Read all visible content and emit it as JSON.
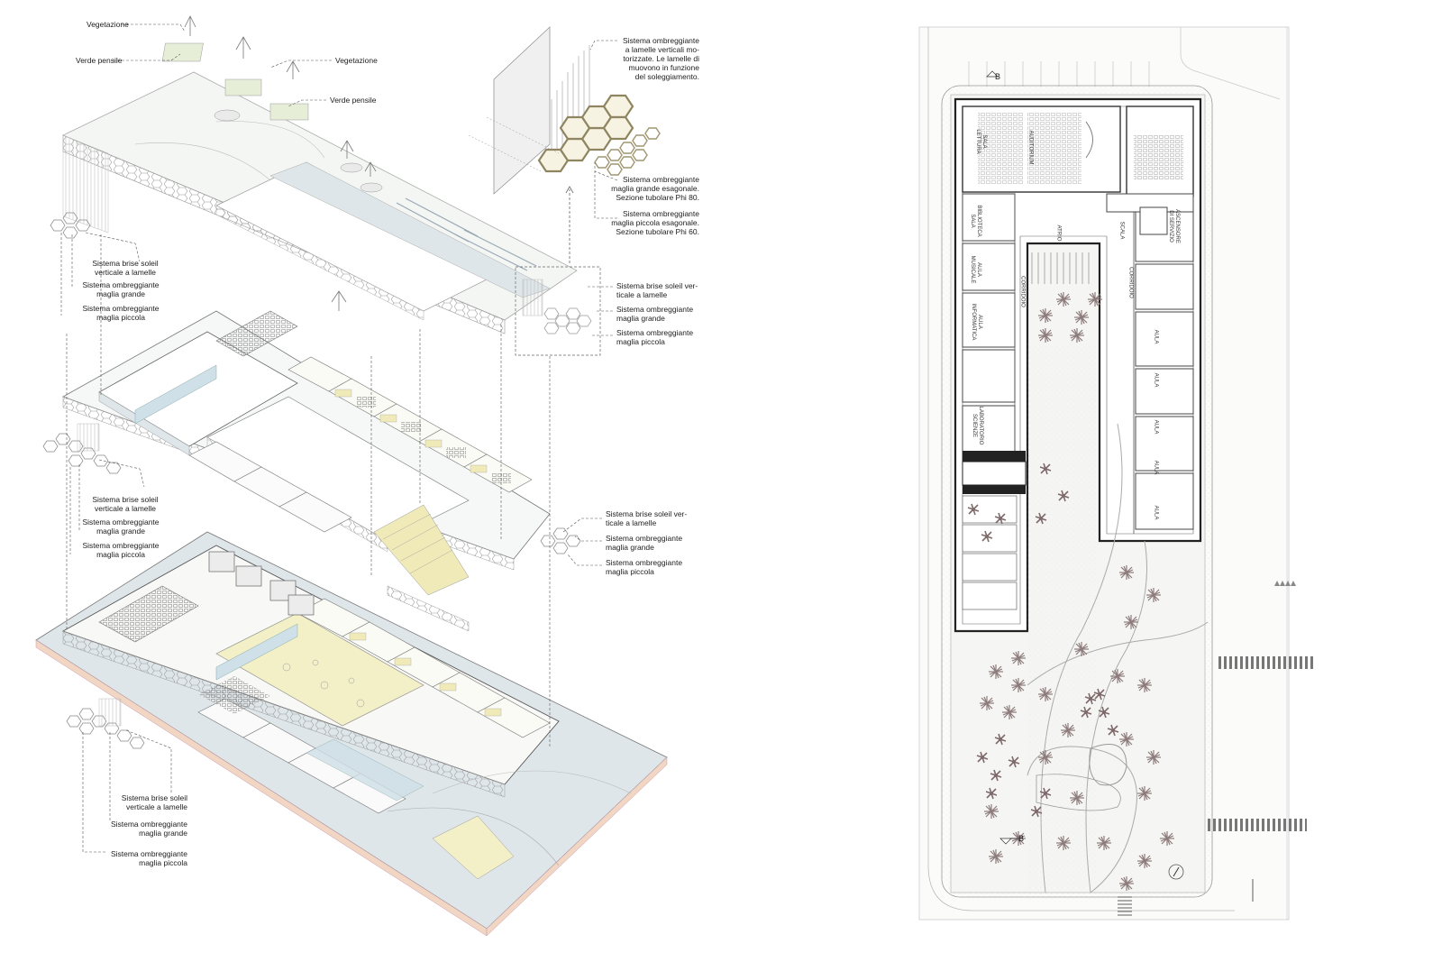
{
  "axonometric": {
    "roof": {
      "vegetazione_1": "Vegetazione",
      "verde_pensile_1": "Verde pensile",
      "vegetazione_2": "Vegetazione",
      "verde_pensile_2": "Verde pensile",
      "brise_soleil": "Sistema brise soleil\nverticale a lamelle",
      "maglia_grande": "Sistema ombreggiante\nmaglia grande",
      "maglia_piccola": "Sistema ombreggiante\nmaglia piccola"
    },
    "detail": {
      "lamelle_motorizzate": "Sistema ombreggiante\na lamelle verticali mo-\ntorizzate. Le lamelle di\nmuovono in funzione\ndel soleggiamento.",
      "maglia_grande_esagonale": "Sistema ombreggiante\nmaglia grande esagonale.\nSezione tubolare Phi 80.",
      "maglia_piccola_esagonale": "Sistema ombreggiante\nmaglia piccola esagonale.\nSezione tubolare Phi 60.",
      "brise_soleil": "Sistema brise soleil ver-\nticale a lamelle",
      "maglia_grande": "Sistema ombreggiante\nmaglia grande",
      "maglia_piccola": "Sistema ombreggiante\nmaglia piccola"
    },
    "first_floor": {
      "brise_soleil_left": "Sistema brise soleil\nverticale a lamelle",
      "maglia_grande_left": "Sistema ombreggiante\nmaglia grande",
      "maglia_piccola_left": "Sistema ombreggiante\nmaglia piccola",
      "brise_soleil_right": "Sistema brise soleil ver-\nticale a lamelle",
      "maglia_grande_right": "Sistema ombreggiante\nmaglia grande",
      "maglia_piccola_right": "Sistema ombreggiante\nmaglia piccola"
    },
    "ground_floor": {
      "brise_soleil": "Sistema brise soleil\nverticale a lamelle",
      "maglia_grande": "Sistema ombreggiante\nmaglia grande",
      "maglia_piccola": "Sistema ombreggiante\nmaglia piccola"
    }
  },
  "plan": {
    "section_marker_top": "B",
    "section_marker_bottom": "B",
    "rooms_left": [
      "SALA\nLETTURA",
      "AUDITORIUM",
      "BIBLIOTECA\nSALA",
      "AULA\nMUSICALE",
      "AULA\nINFORMATICA",
      "LABORATORIO\nSCIENZE"
    ],
    "rooms_right": [
      "ASCENSORE\nDI SERVIZIO",
      "AULA",
      "AULA",
      "AULA",
      "AULA",
      "AULA"
    ],
    "corridor_left": "CORRIDOIO",
    "corridor_right": "CORRIDOIO",
    "stair": "SCALA",
    "atrium": "ATRIO"
  },
  "colors": {
    "line": "#444444",
    "light_line": "#9a9a9a",
    "floor_tint": "#dfe6ea",
    "glass_tint": "#cfe0e8",
    "yellow_tint": "#efeab8",
    "ground_edge": "#f1d6c4",
    "paper": "#fafaf8",
    "tree": "#8c7a7a"
  }
}
